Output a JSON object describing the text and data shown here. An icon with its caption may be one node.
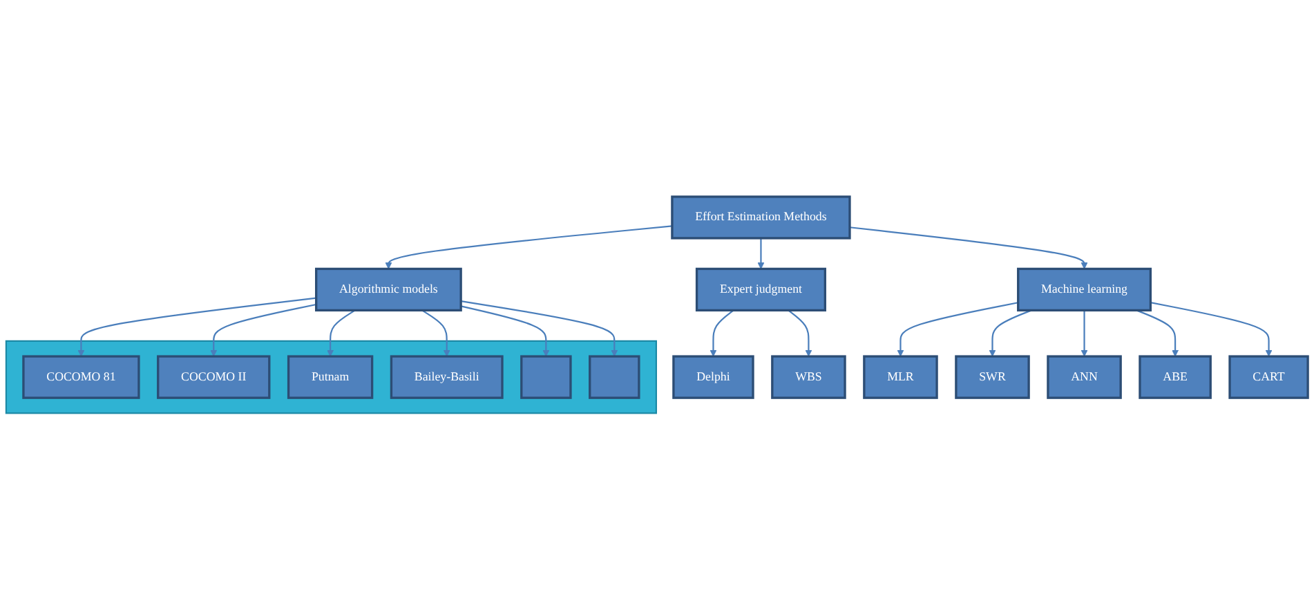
{
  "diagram": {
    "nodes": [
      {
        "text": [
          "Effort Estimation Methods"
        ]
      },
      {
        "text": [
          "Expert judgment"
        ]
      },
      {
        "text": [
          "Algorithmic models"
        ]
      },
      {
        "text": [
          "Machine learning"
        ]
      },
      {
        "text": [],
        "shape": "box"
      },
      {
        "text": [
          "COCOMO 81"
        ],
        "in": 4
      },
      {
        "text": [
          "COCOMO II"
        ],
        "in": 4
      },
      {
        "text": [
          "Putnam"
        ],
        "in": 4
      },
      {
        "text": [
          "Bailey-Basili"
        ],
        "in": 4
      },
      {
        "text": [],
        "shape": "box",
        "in": 4
      },
      {
        "text": [],
        "shape": "box",
        "in": 4
      },
      {
        "text": [
          "Delphi"
        ]
      },
      {
        "text": [
          "WBS"
        ]
      },
      {
        "text": [
          "MLR"
        ]
      },
      {
        "text": [
          "SWR"
        ]
      },
      {
        "text": [
          "ANN"
        ]
      },
      {
        "text": [
          "ABE"
        ]
      },
      {
        "text": [
          "CART"
        ]
      }
    ],
    "edges": [
      {
        "from": 0,
        "to": 1,
        "arrow": "to"
      },
      {
        "from": 0,
        "to": 2,
        "arrow": "to"
      },
      {
        "from": 0,
        "to": 3,
        "arrow": "to"
      },
      {
        "from": 1,
        "to": 11,
        "arrow": "to"
      },
      {
        "from": 1,
        "to": 12,
        "arrow": "to"
      },
      {
        "from": 2,
        "to": 5,
        "arrow": "to"
      },
      {
        "from": 2,
        "to": 6,
        "arrow": "to"
      },
      {
        "from": 2,
        "to": 7,
        "arrow": "to"
      },
      {
        "from": 2,
        "to": 8,
        "arrow": "to"
      },
      {
        "from": 2,
        "to": 9,
        "arrow": "to"
      },
      {
        "from": 2,
        "to": 10,
        "arrow": "to"
      },
      {
        "from": 3,
        "to": 13,
        "arrow": "to"
      },
      {
        "from": 3,
        "to": 14,
        "arrow": "to"
      },
      {
        "from": 3,
        "to": 15,
        "arrow": "to"
      },
      {
        "from": 3,
        "to": 16,
        "arrow": "to"
      },
      {
        "from": 3,
        "to": 17,
        "arrow": "to"
      }
    ]
  }
}
